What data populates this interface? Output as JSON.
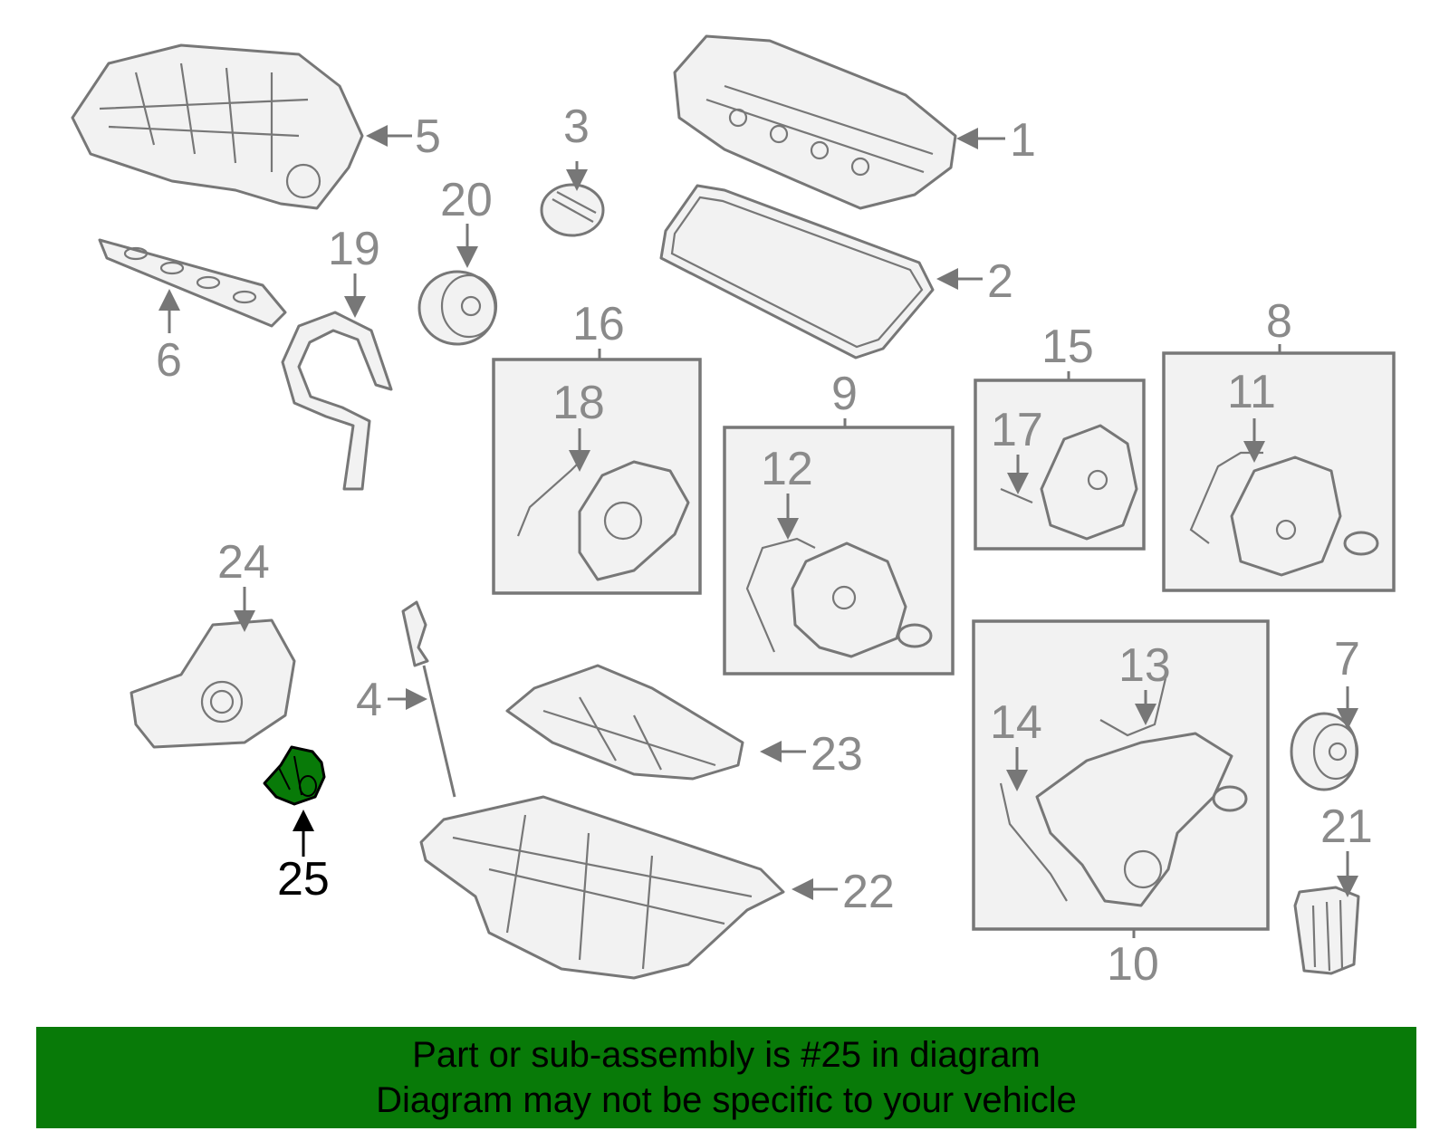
{
  "callouts": [
    "1",
    "2",
    "3",
    "4",
    "5",
    "6",
    "7",
    "8",
    "9",
    "10",
    "11",
    "12",
    "13",
    "14",
    "15",
    "16",
    "17",
    "18",
    "19",
    "20",
    "21",
    "22",
    "23",
    "24",
    "25"
  ],
  "highlight": "25",
  "banner": {
    "line1": "Part or sub-assembly is #25 in diagram",
    "line2": "Diagram may not be specific to your vehicle"
  },
  "colors": {
    "banner": "#087a08",
    "highlight_part": "#087a08",
    "line": "#777777",
    "text": "#8a8a8a"
  }
}
